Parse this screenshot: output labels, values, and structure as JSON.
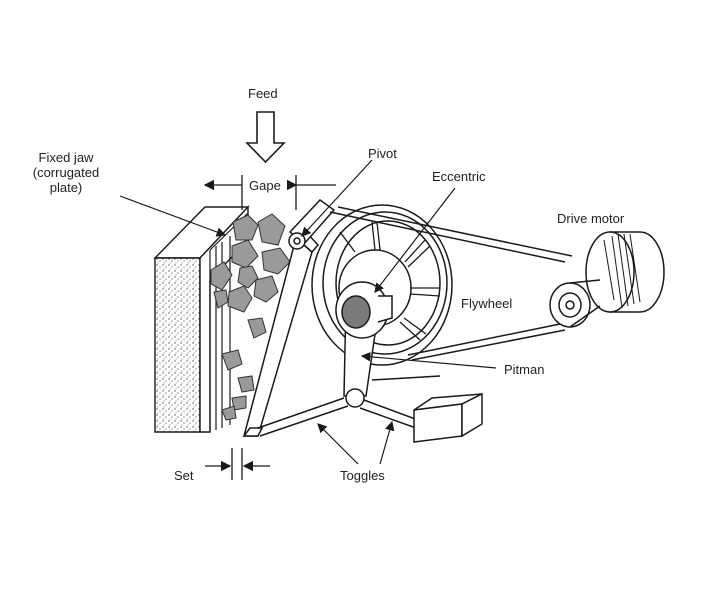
{
  "labels": {
    "feed": "Feed",
    "fixed_jaw": "Fixed jaw\n(corrugated\nplate)",
    "gape": "Gape",
    "pivot": "Pivot",
    "eccentric": "Eccentric",
    "drive_motor": "Drive motor",
    "flywheel": "Flywheel",
    "pitman": "Pitman",
    "set": "Set",
    "toggles": "Toggles"
  },
  "colors": {
    "line": "#1a1a1a",
    "rock_fill": "#9a9a9a",
    "eccentric_fill": "#7a7a7a",
    "background": "#ffffff"
  }
}
